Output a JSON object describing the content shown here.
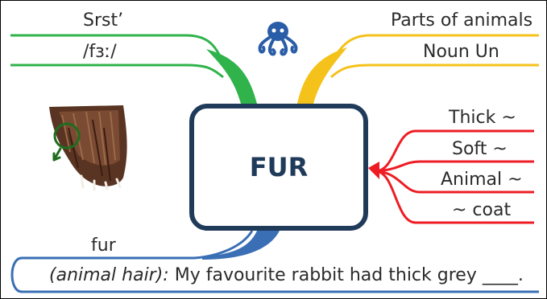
{
  "central": {
    "word": "FUR"
  },
  "branches": {
    "top_left": {
      "word": "Srst’",
      "pronunciation": "/fɜː/"
    },
    "top_right": {
      "category": "Parts of animals",
      "grammar": "Noun Un"
    },
    "right": {
      "collocations": [
        "Thick ~",
        "Soft ~",
        "Animal ~",
        "~ coat"
      ]
    },
    "bottom": {
      "word": "fur",
      "definition": "(animal hair):",
      "example": "My favourite rabbit had thick grey ____."
    }
  },
  "colors": {
    "green": "#2fb34a",
    "yellow": "#f4c21a",
    "red": "#ee1c24",
    "blue": "#3a6fb5",
    "central_border": "#203a5a",
    "octopus": "#2a5da8"
  },
  "icons": [
    "octopus-logo-icon",
    "fur-paw-illustration"
  ]
}
